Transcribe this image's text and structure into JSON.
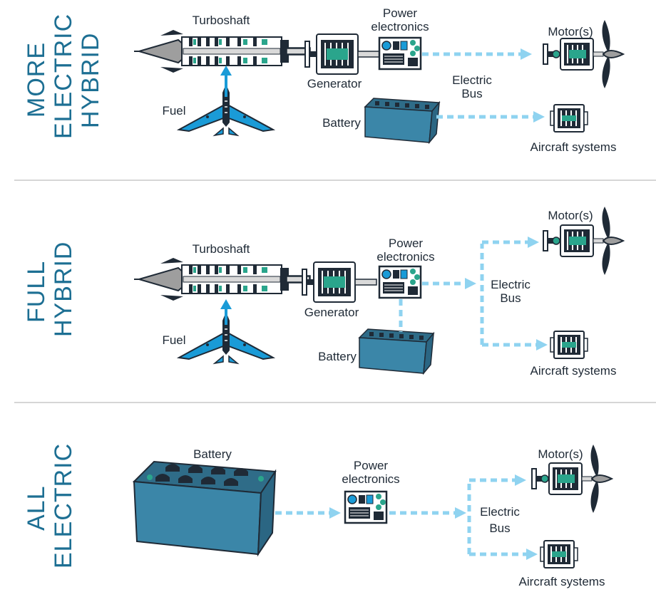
{
  "colors": {
    "accent_blue": "#1a9bd7",
    "side_title": "#1d6f93",
    "battery_blue": "#3b86a8",
    "bus_dash": "#8fd3f0",
    "divider": "#c8c8c8",
    "dark": "#1f2a36",
    "cone_gray": "#9e9e9e",
    "teal": "#2aa58c"
  },
  "icons": [
    "turboshaft-engine-icon",
    "generator-icon",
    "power-electronics-icon",
    "motor-propeller-icon",
    "aircraft-systems-icon",
    "battery-icon",
    "fuel-aircraft-icon"
  ],
  "sections": [
    {
      "title_lines": [
        "MORE",
        "ELECTRIC",
        "HYBRID"
      ],
      "labels": {
        "turboshaft": "Turboshaft",
        "power_electronics_lines": [
          "Power",
          "electronics"
        ],
        "motor": "Motor(s)",
        "generator": "Generator",
        "electric_bus_lines": [
          "Electric",
          "Bus"
        ],
        "fuel": "Fuel",
        "battery": "Battery",
        "aircraft_systems": "Aircraft systems"
      }
    },
    {
      "title_lines": [
        "FULL",
        "HYBRID"
      ],
      "labels": {
        "turboshaft": "Turboshaft",
        "power_electronics_lines": [
          "Power",
          "electronics"
        ],
        "motor": "Motor(s)",
        "generator": "Generator",
        "electric_bus_lines": [
          "Electric",
          "Bus"
        ],
        "fuel": "Fuel",
        "battery": "Battery",
        "aircraft_systems": "Aircraft systems"
      }
    },
    {
      "title_lines": [
        "ALL",
        "ELECTRIC"
      ],
      "labels": {
        "battery": "Battery",
        "power_electronics_lines": [
          "Power",
          "electronics"
        ],
        "motor": "Motor(s)",
        "electric_bus_lines": [
          "Electric",
          "Bus"
        ],
        "aircraft_systems": "Aircraft systems"
      }
    }
  ]
}
